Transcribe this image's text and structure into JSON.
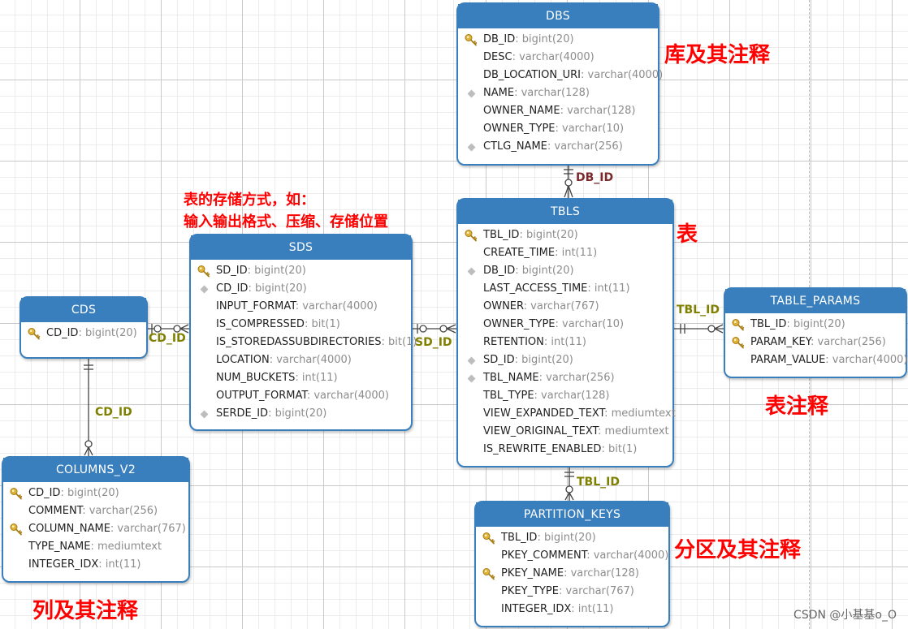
{
  "entities": {
    "dbs": {
      "title": "DBS",
      "columns": [
        {
          "name": "DB_ID",
          "type": ": bigint(20)",
          "icon": "key-icon"
        },
        {
          "name": "DESC",
          "type": ": varchar(4000)",
          "icon": ""
        },
        {
          "name": "DB_LOCATION_URI",
          "type": ": varchar(4000)",
          "icon": ""
        },
        {
          "name": "NAME",
          "type": ": varchar(128)",
          "icon": "index-icon"
        },
        {
          "name": "OWNER_NAME",
          "type": ": varchar(128)",
          "icon": ""
        },
        {
          "name": "OWNER_TYPE",
          "type": ": varchar(10)",
          "icon": ""
        },
        {
          "name": "CTLG_NAME",
          "type": ": varchar(256)",
          "icon": "index-icon"
        }
      ]
    },
    "tbls": {
      "title": "TBLS",
      "columns": [
        {
          "name": "TBL_ID",
          "type": ": bigint(20)",
          "icon": "key-icon"
        },
        {
          "name": "CREATE_TIME",
          "type": ": int(11)",
          "icon": ""
        },
        {
          "name": "DB_ID",
          "type": ": bigint(20)",
          "icon": "index-icon"
        },
        {
          "name": "LAST_ACCESS_TIME",
          "type": ": int(11)",
          "icon": ""
        },
        {
          "name": "OWNER",
          "type": ": varchar(767)",
          "icon": ""
        },
        {
          "name": "OWNER_TYPE",
          "type": ": varchar(10)",
          "icon": ""
        },
        {
          "name": "RETENTION",
          "type": ": int(11)",
          "icon": ""
        },
        {
          "name": "SD_ID",
          "type": ": bigint(20)",
          "icon": "index-icon"
        },
        {
          "name": "TBL_NAME",
          "type": ": varchar(256)",
          "icon": "index-icon"
        },
        {
          "name": "TBL_TYPE",
          "type": ": varchar(128)",
          "icon": ""
        },
        {
          "name": "VIEW_EXPANDED_TEXT",
          "type": ": mediumtext",
          "icon": ""
        },
        {
          "name": "VIEW_ORIGINAL_TEXT",
          "type": ": mediumtext",
          "icon": ""
        },
        {
          "name": "IS_REWRITE_ENABLED",
          "type": ": bit(1)",
          "icon": ""
        }
      ]
    },
    "sds": {
      "title": "SDS",
      "columns": [
        {
          "name": "SD_ID",
          "type": ": bigint(20)",
          "icon": "key-icon"
        },
        {
          "name": "CD_ID",
          "type": ": bigint(20)",
          "icon": "index-icon"
        },
        {
          "name": "INPUT_FORMAT",
          "type": ": varchar(4000)",
          "icon": ""
        },
        {
          "name": "IS_COMPRESSED",
          "type": ": bit(1)",
          "icon": ""
        },
        {
          "name": "IS_STOREDASSUBDIRECTORIES",
          "type": ": bit(1)",
          "icon": ""
        },
        {
          "name": "LOCATION",
          "type": ": varchar(4000)",
          "icon": ""
        },
        {
          "name": "NUM_BUCKETS",
          "type": ": int(11)",
          "icon": ""
        },
        {
          "name": "OUTPUT_FORMAT",
          "type": ": varchar(4000)",
          "icon": ""
        },
        {
          "name": "SERDE_ID",
          "type": ": bigint(20)",
          "icon": "index-icon"
        }
      ]
    },
    "cds": {
      "title": "CDS",
      "columns": [
        {
          "name": "CD_ID",
          "type": ": bigint(20)",
          "icon": "key-icon"
        }
      ]
    },
    "columns_v2": {
      "title": "COLUMNS_V2",
      "columns": [
        {
          "name": "CD_ID",
          "type": ": bigint(20)",
          "icon": "key-icon"
        },
        {
          "name": "COMMENT",
          "type": ": varchar(256)",
          "icon": ""
        },
        {
          "name": "COLUMN_NAME",
          "type": ": varchar(767)",
          "icon": "key-icon"
        },
        {
          "name": "TYPE_NAME",
          "type": ": mediumtext",
          "icon": ""
        },
        {
          "name": "INTEGER_IDX",
          "type": ": int(11)",
          "icon": ""
        }
      ]
    },
    "table_params": {
      "title": "TABLE_PARAMS",
      "columns": [
        {
          "name": "TBL_ID",
          "type": ": bigint(20)",
          "icon": "key-icon"
        },
        {
          "name": "PARAM_KEY",
          "type": ": varchar(256)",
          "icon": "key-icon"
        },
        {
          "name": "PARAM_VALUE",
          "type": ": varchar(4000)",
          "icon": ""
        }
      ]
    },
    "partition_keys": {
      "title": "PARTITION_KEYS",
      "columns": [
        {
          "name": "TBL_ID",
          "type": ": bigint(20)",
          "icon": "key-icon"
        },
        {
          "name": "PKEY_COMMENT",
          "type": ": varchar(4000)",
          "icon": ""
        },
        {
          "name": "PKEY_NAME",
          "type": ": varchar(128)",
          "icon": "key-icon"
        },
        {
          "name": "PKEY_TYPE",
          "type": ": varchar(767)",
          "icon": ""
        },
        {
          "name": "INTEGER_IDX",
          "type": ": int(11)",
          "icon": ""
        }
      ]
    }
  },
  "relations": {
    "db_id": "DB_ID",
    "sd_id": "SD_ID",
    "cd_id_horizontal": "CD_ID",
    "cd_id_vertical": "CD_ID",
    "tbl_id_params": "TBL_ID",
    "tbl_id_partition": "TBL_ID"
  },
  "annotations": {
    "dbs": "库及其注释",
    "tbls": "表",
    "table_params": "表注释",
    "partition_keys": "分区及其注释",
    "columns_v2": "列及其注释",
    "sds_line1": "表的存储方式，如：",
    "sds_line2": "输入输出格式、压缩、存储位置"
  },
  "watermark": "CSDN @小基基o_O",
  "colors": {
    "header": "#3a7fbd",
    "annotation": "#ff0000",
    "relation_label": "#808000",
    "key_icon": "#e0b23a",
    "index_icon": "#bdbdbd"
  }
}
